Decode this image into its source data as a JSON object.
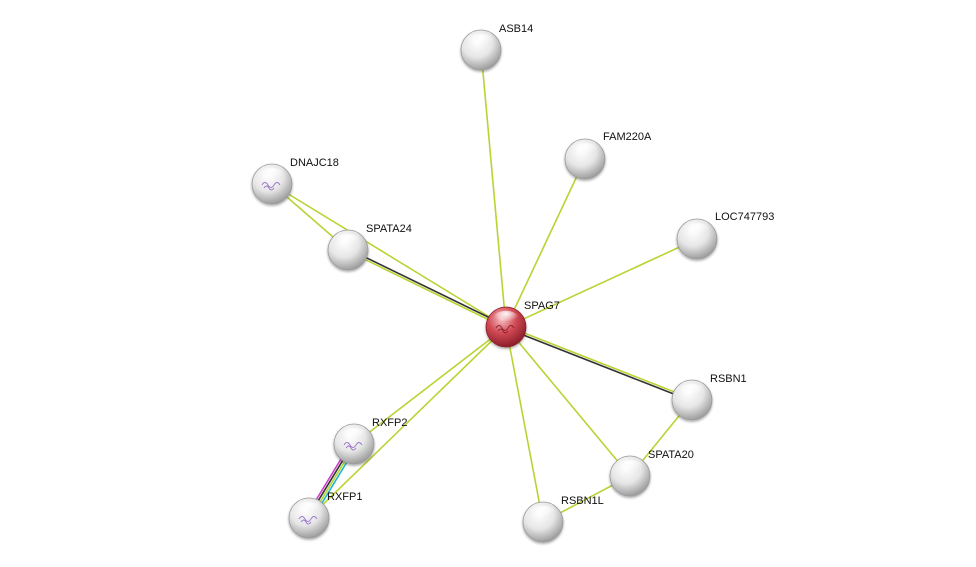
{
  "network": {
    "center": "SPAG7",
    "nodes": [
      {
        "id": "SPAG7",
        "label": "SPAG7",
        "highlight": true,
        "has_structure": true
      },
      {
        "id": "ASB14",
        "label": "ASB14",
        "highlight": false,
        "has_structure": false
      },
      {
        "id": "FAM220A",
        "label": "FAM220A",
        "highlight": false,
        "has_structure": false
      },
      {
        "id": "DNAJC18",
        "label": "DNAJC18",
        "highlight": false,
        "has_structure": true
      },
      {
        "id": "SPATA24",
        "label": "SPATA24",
        "highlight": false,
        "has_structure": false
      },
      {
        "id": "LOC747793",
        "label": "LOC747793",
        "highlight": false,
        "has_structure": false
      },
      {
        "id": "RSBN1",
        "label": "RSBN1",
        "highlight": false,
        "has_structure": false
      },
      {
        "id": "RXFP2",
        "label": "RXFP2",
        "highlight": false,
        "has_structure": true
      },
      {
        "id": "SPATA20",
        "label": "SPATA20",
        "highlight": false,
        "has_structure": false
      },
      {
        "id": "RXFP1",
        "label": "RXFP1",
        "highlight": false,
        "has_structure": true
      },
      {
        "id": "RSBN1L",
        "label": "RSBN1L",
        "highlight": false,
        "has_structure": false
      }
    ],
    "edges": [
      {
        "from": "SPAG7",
        "to": "ASB14",
        "colors": [
          "#b8d433"
        ]
      },
      {
        "from": "SPAG7",
        "to": "FAM220A",
        "colors": [
          "#b8d433"
        ]
      },
      {
        "from": "SPAG7",
        "to": "LOC747793",
        "colors": [
          "#b8d433"
        ]
      },
      {
        "from": "SPAG7",
        "to": "DNAJC18",
        "colors": [
          "#b8d433"
        ]
      },
      {
        "from": "SPAG7",
        "to": "SPATA24",
        "colors": [
          "#b8d433",
          "#333333"
        ]
      },
      {
        "from": "SPAG7",
        "to": "RSBN1",
        "colors": [
          "#b8d433",
          "#333333"
        ]
      },
      {
        "from": "SPAG7",
        "to": "RXFP2",
        "colors": [
          "#b8d433"
        ]
      },
      {
        "from": "SPAG7",
        "to": "RXFP1",
        "colors": [
          "#b8d433"
        ]
      },
      {
        "from": "SPAG7",
        "to": "SPATA20",
        "colors": [
          "#b8d433"
        ]
      },
      {
        "from": "SPAG7",
        "to": "RSBN1L",
        "colors": [
          "#b8d433"
        ]
      },
      {
        "from": "DNAJC18",
        "to": "SPATA24",
        "colors": [
          "#b8d433"
        ]
      },
      {
        "from": "SPATA20",
        "to": "RSBN1",
        "colors": [
          "#b8d433"
        ]
      },
      {
        "from": "SPATA20",
        "to": "RSBN1L",
        "colors": [
          "#b8d433"
        ]
      },
      {
        "from": "RXFP2",
        "to": "RXFP1",
        "colors": [
          "#1fb8c9",
          "#b8d433",
          "#333333",
          "#cc44cc"
        ]
      }
    ],
    "colors": {
      "node_fill": "#e8e8e8",
      "node_highlight_fill": "#d44c57",
      "node_stroke": "#9a9a9a",
      "structure_mark": "#8a5bc2"
    }
  }
}
